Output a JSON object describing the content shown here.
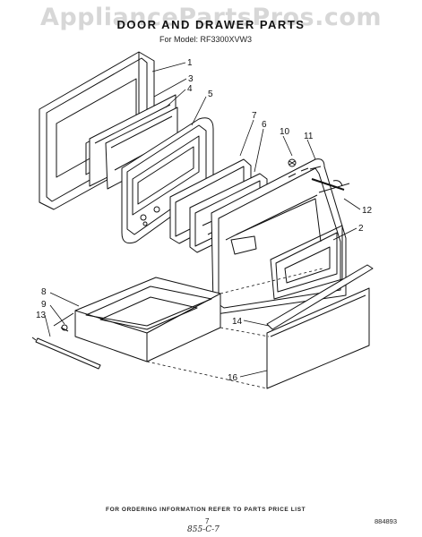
{
  "watermark": "AppliancePartsPros.com",
  "title": "DOOR AND DRAWER PARTS",
  "model": "For Model: RF3300XVW3",
  "callouts": [
    "1",
    "3",
    "4",
    "5",
    "7",
    "6",
    "10",
    "11",
    "12",
    "2",
    "8",
    "9",
    "13",
    "14",
    "16"
  ],
  "footer": {
    "ordering_note": "FOR ORDERING INFORMATION REFER TO PARTS PRICE LIST",
    "page_number": "7",
    "doc_code": "884893",
    "handwritten": "855-C-7"
  }
}
